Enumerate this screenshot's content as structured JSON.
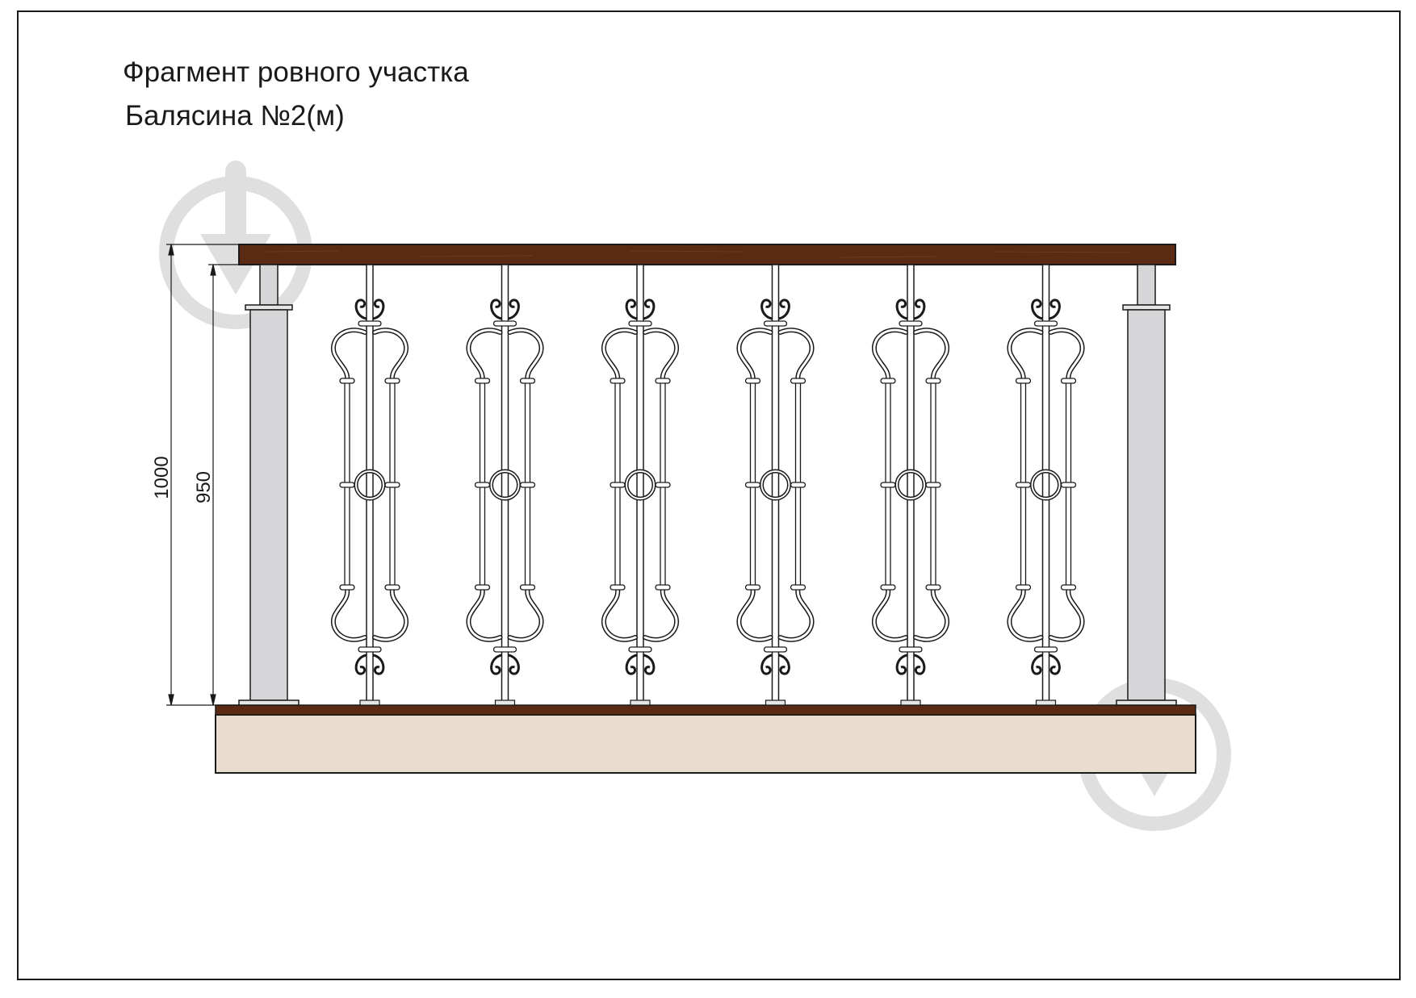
{
  "titles": {
    "line1": "Фрагмент ровного участка",
    "line2": "Балясина №2(м)"
  },
  "dimensions": [
    {
      "id": "height-total",
      "value": "1000"
    },
    {
      "id": "height-baluster",
      "value": "950"
    }
  ],
  "baluster_count": 6,
  "colors": {
    "handrail": "#5a2a12",
    "post": "#d6d6d8",
    "base": "#e9ddd0",
    "base_top": "#5a2a12",
    "line": "#1a1a1a",
    "watermark": "#d9d9d9"
  },
  "icons": {
    "watermark": "download-arrow-icon"
  }
}
